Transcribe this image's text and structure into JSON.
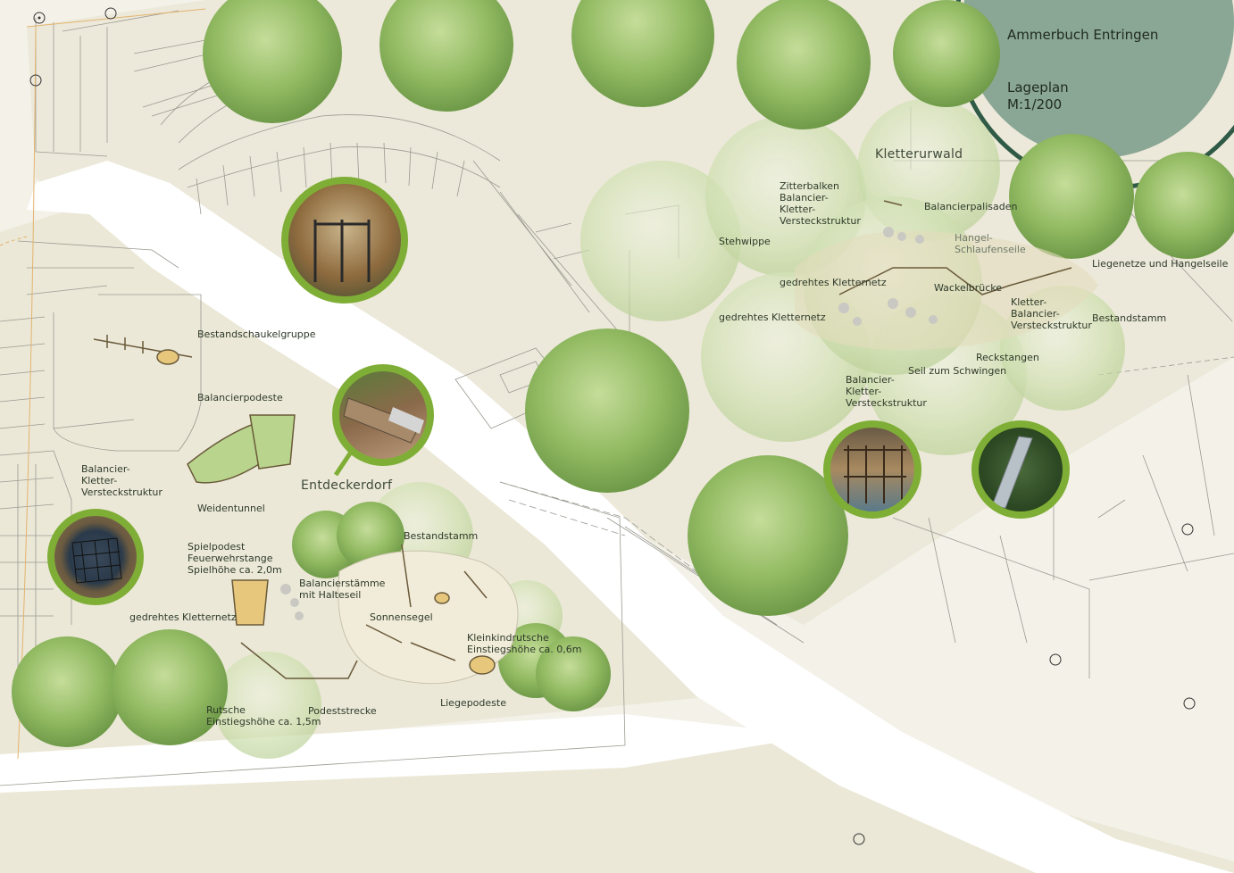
{
  "title": {
    "place": "Ammerbuch Entringen",
    "plan_type": "Lageplan",
    "scale": "M:1/200"
  },
  "areas": {
    "kletterurwald": "Kletterurwald",
    "entdeckerdorf": "Entdeckerdorf"
  },
  "labels": {
    "zitterbalken": "Zitterbalken\nBalancier-\nKletter-\nVersteckstruktur",
    "balancierpalisaden": "Balancierpalisaden",
    "hangel_schlaufenseile": "Hangel-\nSchlaufenseile",
    "stehwippe": "Stehwippe",
    "liegenetze": "Liegenetze und Hangelseile",
    "gedrehtes_kletternetz_1": "gedrehtes Kletternetz",
    "wackelbruecke": "Wackelbrücke",
    "kletter_balancier": "Kletter-\nBalancier-\nVersteckstruktur",
    "bestandstamm_1": "Bestandstamm",
    "gedrehtes_kletternetz_2": "gedrehtes Kletternetz",
    "reckstangen": "Reckstangen",
    "seil_zum_schwingen": "Seil zum Schwingen",
    "balancier_kletter_1": "Balancier-\nKletter-\nVersteckstruktur",
    "bestandschaukelgruppe": "Bestandschaukelgruppe",
    "balancierpodeste": "Balancierpodeste",
    "balancier_kletter_2": "Balancier-\nKletter-\nVersteckstruktur",
    "weidentunnel": "Weidentunnel",
    "bestandstamm_2": "Bestandstamm",
    "spielpodest": "Spielpodest\nFeuerwehrstange\nSpielhöhe  ca. 2,0m",
    "balancierstaemme": "Balancierstämme\nmit Halteseil",
    "sonnensegel": "Sonnensegel",
    "gedrehtes_kletternetz_3": "gedrehtes Kletternetz",
    "kleinkindrutsche": "Kleinkindrutsche\nEinstiegshöhe  ca. 0,6m",
    "rutsche": "Rutsche\nEinstiegshöhe  ca. 1,5m",
    "podeststrecke": "Podeststrecke",
    "liegepodeste": "Liegepodeste"
  },
  "colors": {
    "ground": "#f3f1e8",
    "lawn": "#e9e5d4",
    "path": "#ffffff",
    "tree": "#8db566",
    "tree_light": "#cfe0b0",
    "photo_ring": "#7fae36",
    "title_fill": "#8aa694",
    "title_ring": "#2f5a46"
  },
  "icons": [
    "photo-swing-frame",
    "photo-balance-beam",
    "photo-sandpit-net",
    "photo-climbing-tower",
    "photo-slide"
  ]
}
